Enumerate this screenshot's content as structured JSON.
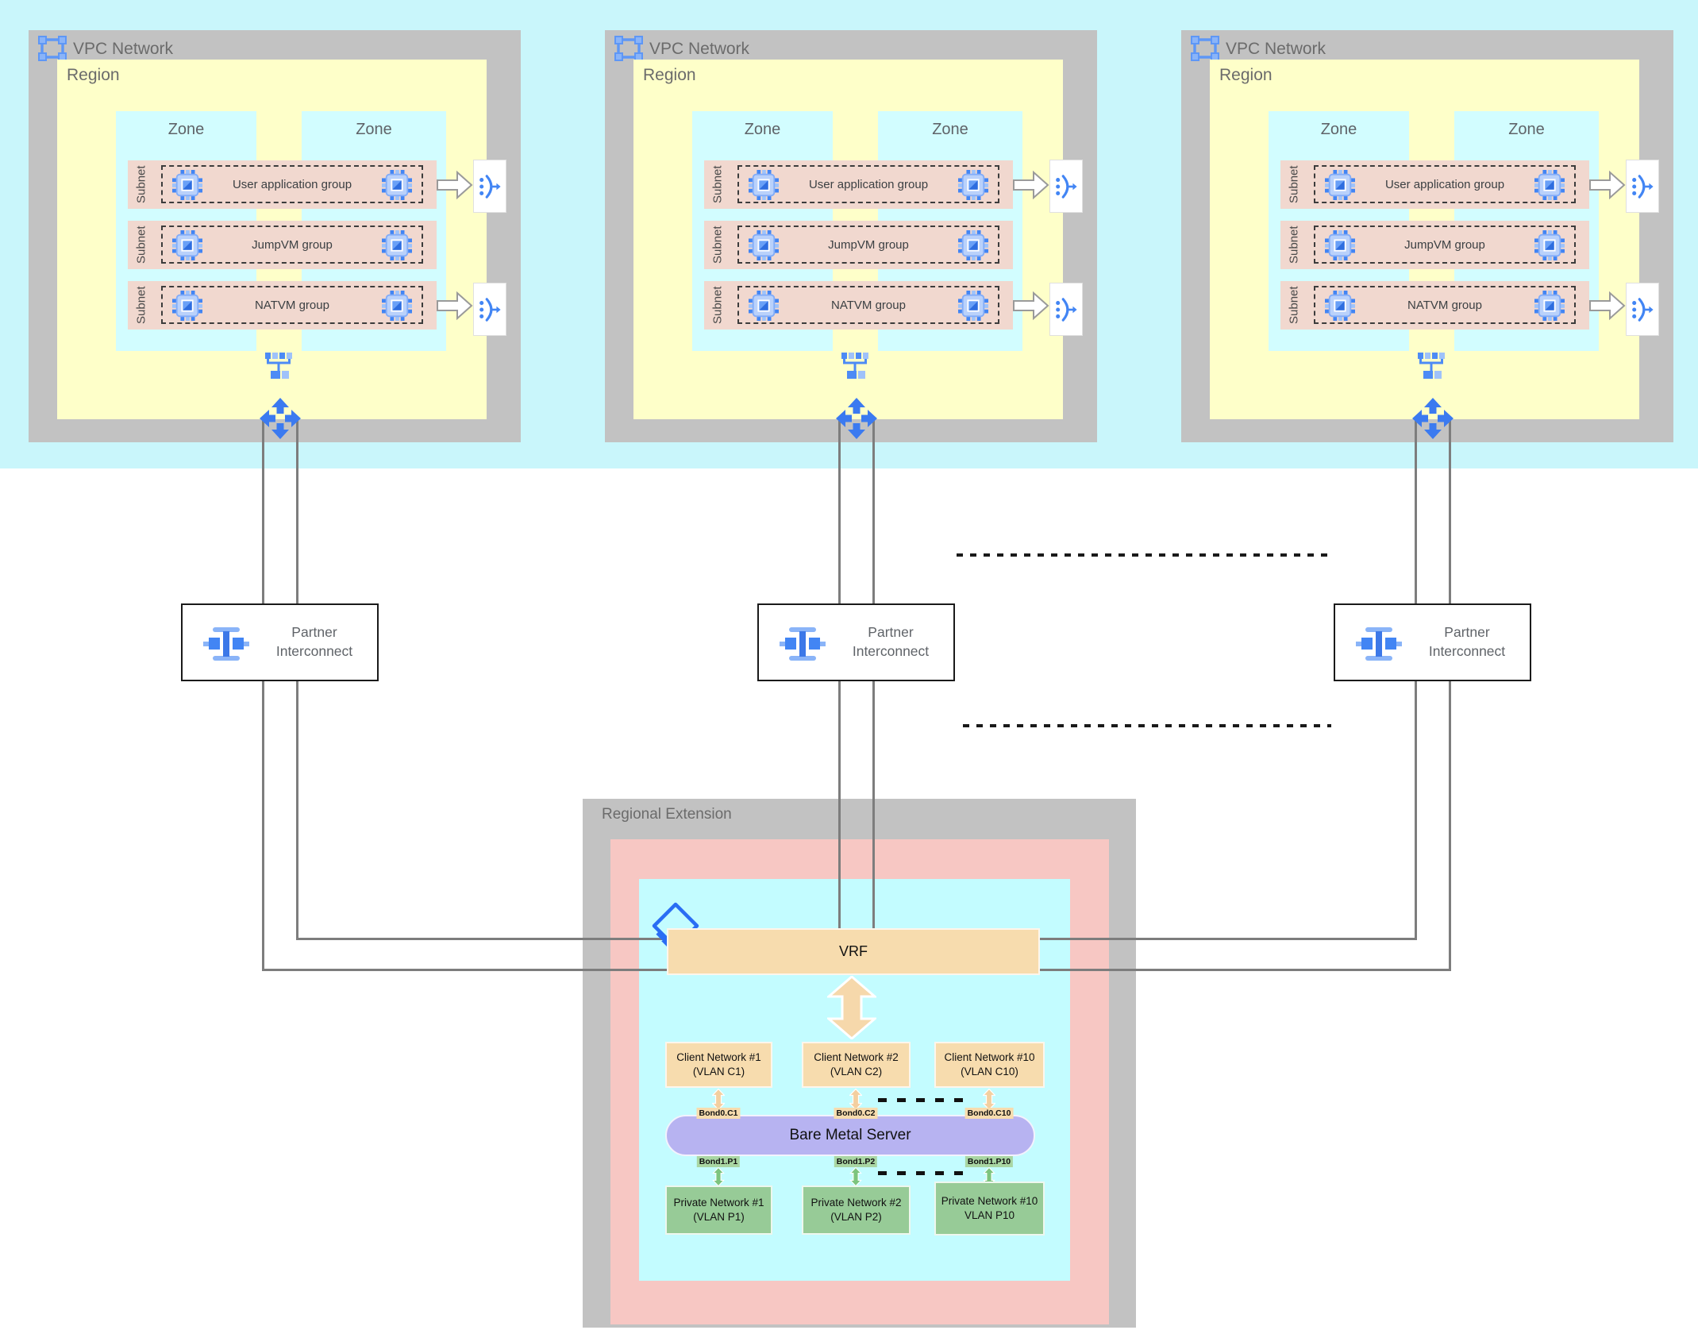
{
  "colors": {
    "top_band": "#c9f6fb",
    "container_gray": "#c2c2c2",
    "region_yellow": "#feffc9",
    "zone_cyan": "#d2fdff",
    "subnet_pink": "#f1d8cf",
    "extension_pink": "#f7c7c3",
    "extension_cyan": "#c3fcff",
    "vrf_orange": "#f7dcae",
    "server_purple": "#b7b3f1",
    "private_green": "#97cb97",
    "bond_green": "#a9d6a3",
    "icon_blue": "#4285f4",
    "line_gray": "#7d7d7d"
  },
  "icons": {
    "vpc": "vpc-network-icon",
    "vm": "vm-instance-icon",
    "load_balancer": "load-balancer-icon",
    "switch": "network-switch-icon",
    "router": "cloud-router-icon",
    "interconnect": "partner-interconnect-icon",
    "layers": "layers-icon"
  },
  "vpc_networks": [
    {
      "title": "VPC Network",
      "region_label": "Region",
      "zone_labels": [
        "Zone",
        "Zone"
      ],
      "subnet_label": "Subnet",
      "subnets": [
        {
          "label": "User application group",
          "load_balancer": true
        },
        {
          "label": "JumpVM group",
          "load_balancer": false
        },
        {
          "label": "NATVM group",
          "load_balancer": true
        }
      ]
    },
    {
      "title": "VPC Network",
      "region_label": "Region",
      "zone_labels": [
        "Zone",
        "Zone"
      ],
      "subnet_label": "Subnet",
      "subnets": [
        {
          "label": "User application group",
          "load_balancer": true
        },
        {
          "label": "JumpVM group",
          "load_balancer": false
        },
        {
          "label": "NATVM group",
          "load_balancer": true
        }
      ]
    },
    {
      "title": "VPC Network",
      "region_label": "Region",
      "zone_labels": [
        "Zone",
        "Zone"
      ],
      "subnet_label": "Subnet",
      "subnets": [
        {
          "label": "User application group",
          "load_balancer": true
        },
        {
          "label": "JumpVM group",
          "load_balancer": false
        },
        {
          "label": "NATVM group",
          "load_balancer": true
        }
      ]
    }
  ],
  "partner_interconnects": [
    {
      "label": "Partner Interconnect"
    },
    {
      "label": "Partner Interconnect"
    },
    {
      "label": "Partner Interconnect"
    }
  ],
  "regional_extension": {
    "title": "Regional Extension",
    "vrf_label": "VRF",
    "bare_metal_server_label": "Bare Metal Server",
    "client_networks": [
      {
        "name": "Client Network #1",
        "vlan": "(VLAN C1)",
        "bond": "Bond0.C1"
      },
      {
        "name": "Client Network #2",
        "vlan": "(VLAN C2)",
        "bond": "Bond0.C2"
      },
      {
        "name": "Client Network #10",
        "vlan": "(VLAN C10)",
        "bond": "Bond0.C10"
      }
    ],
    "private_networks": [
      {
        "name": "Private Network #1",
        "vlan": "(VLAN P1)",
        "bond": "Bond1.P1"
      },
      {
        "name": "Private Network #2",
        "vlan": "(VLAN P2)",
        "bond": "Bond1.P2"
      },
      {
        "name": "Private Network #10",
        "vlan": "VLAN P10",
        "bond": "Bond1.P10"
      }
    ]
  }
}
